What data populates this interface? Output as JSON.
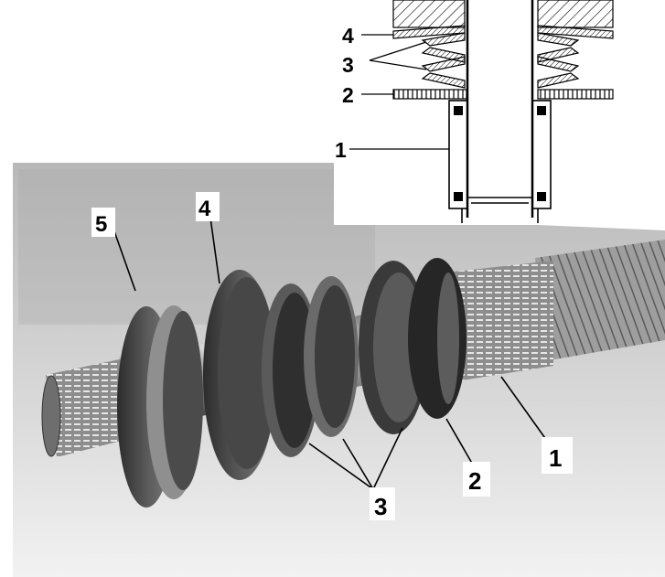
{
  "section_labels": {
    "l4": "4",
    "l3": "3",
    "l2": "2",
    "l1": "1"
  },
  "photo_labels": {
    "l5": "5",
    "l4": "4",
    "l3": "3",
    "l2": "2",
    "l1": "1"
  }
}
